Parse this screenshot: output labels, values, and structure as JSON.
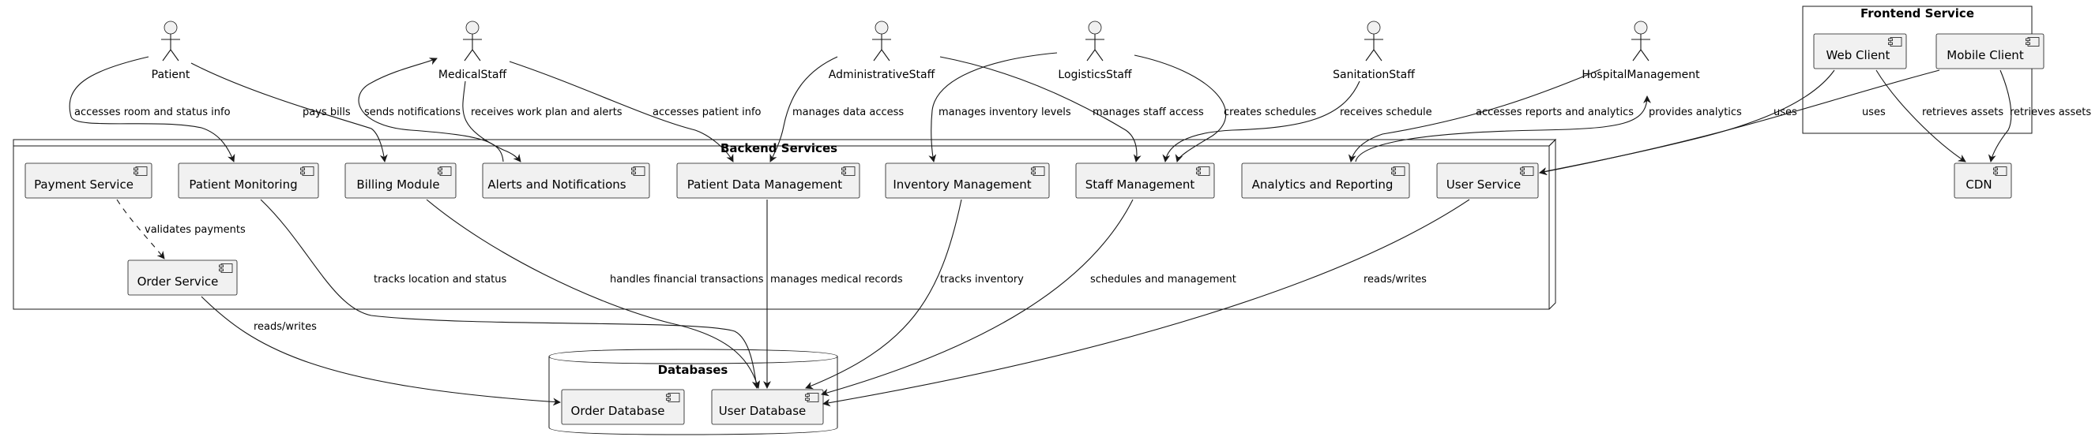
{
  "actors": {
    "patient": "Patient",
    "medical_staff": "MedicalStaff",
    "administrative_staff": "AdministrativeStaff",
    "logistics_staff": "LogisticsStaff",
    "sanitation_staff": "SanitationStaff",
    "hospital_management": "HospitalManagement"
  },
  "groups": {
    "frontend": "Frontend Service",
    "backend": "Backend Services",
    "databases": "Databases"
  },
  "components": {
    "web_client": "Web Client",
    "mobile_client": "Mobile Client",
    "cdn": "CDN",
    "payment_service": "Payment Service",
    "patient_monitoring": "Patient Monitoring",
    "billing_module": "Billing Module",
    "alerts_notifications": "Alerts and Notifications",
    "patient_data_management": "Patient Data Management",
    "inventory_management": "Inventory Management",
    "staff_management": "Staff Management",
    "analytics_reporting": "Analytics and Reporting",
    "user_service": "User Service",
    "order_service": "Order Service",
    "order_database": "Order Database",
    "user_database": "User Database"
  },
  "edges": {
    "patient_monitoring": "accesses room and status info",
    "patient_billing": "pays bills",
    "alerts_medical": "sends notifications",
    "medical_alerts": "receives work plan and alerts",
    "medical_patient_data": "accesses patient info",
    "admin_patient_data": "manages data access",
    "admin_staff": "manages staff access",
    "logistics_inventory": "manages inventory levels",
    "logistics_staff": "creates schedules",
    "sanitation_staff": "receives schedule",
    "management_analytics": "accesses reports and analytics",
    "analytics_management": "provides analytics",
    "web_user": "uses",
    "mobile_user": "uses",
    "web_cdn": "retrieves assets",
    "mobile_cdn": "retrieves assets",
    "payment_order": "validates payments",
    "monitoring_userdb": "tracks location and status",
    "billing_userdb": "handles financial transactions",
    "patientdata_userdb": "manages medical records",
    "inventory_userdb": "tracks inventory",
    "staff_userdb": "schedules and management",
    "userservice_userdb": "reads/writes",
    "order_orderdb": "reads/writes"
  }
}
